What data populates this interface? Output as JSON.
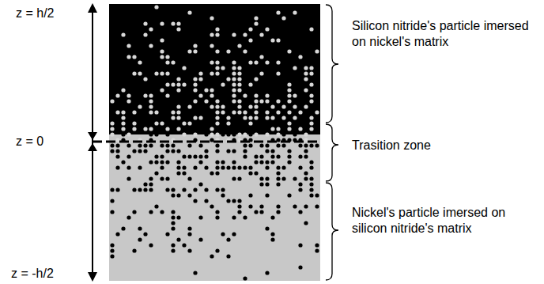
{
  "diagram": {
    "labels": [
      "z = h/2",
      "z = 0",
      "z = -h/2",
      "Silicon nitride's particle imersed on nickel's matrix",
      "Trasition zone",
      "Nickel's particle imersed on silicon nitride's matrix"
    ]
  }
}
